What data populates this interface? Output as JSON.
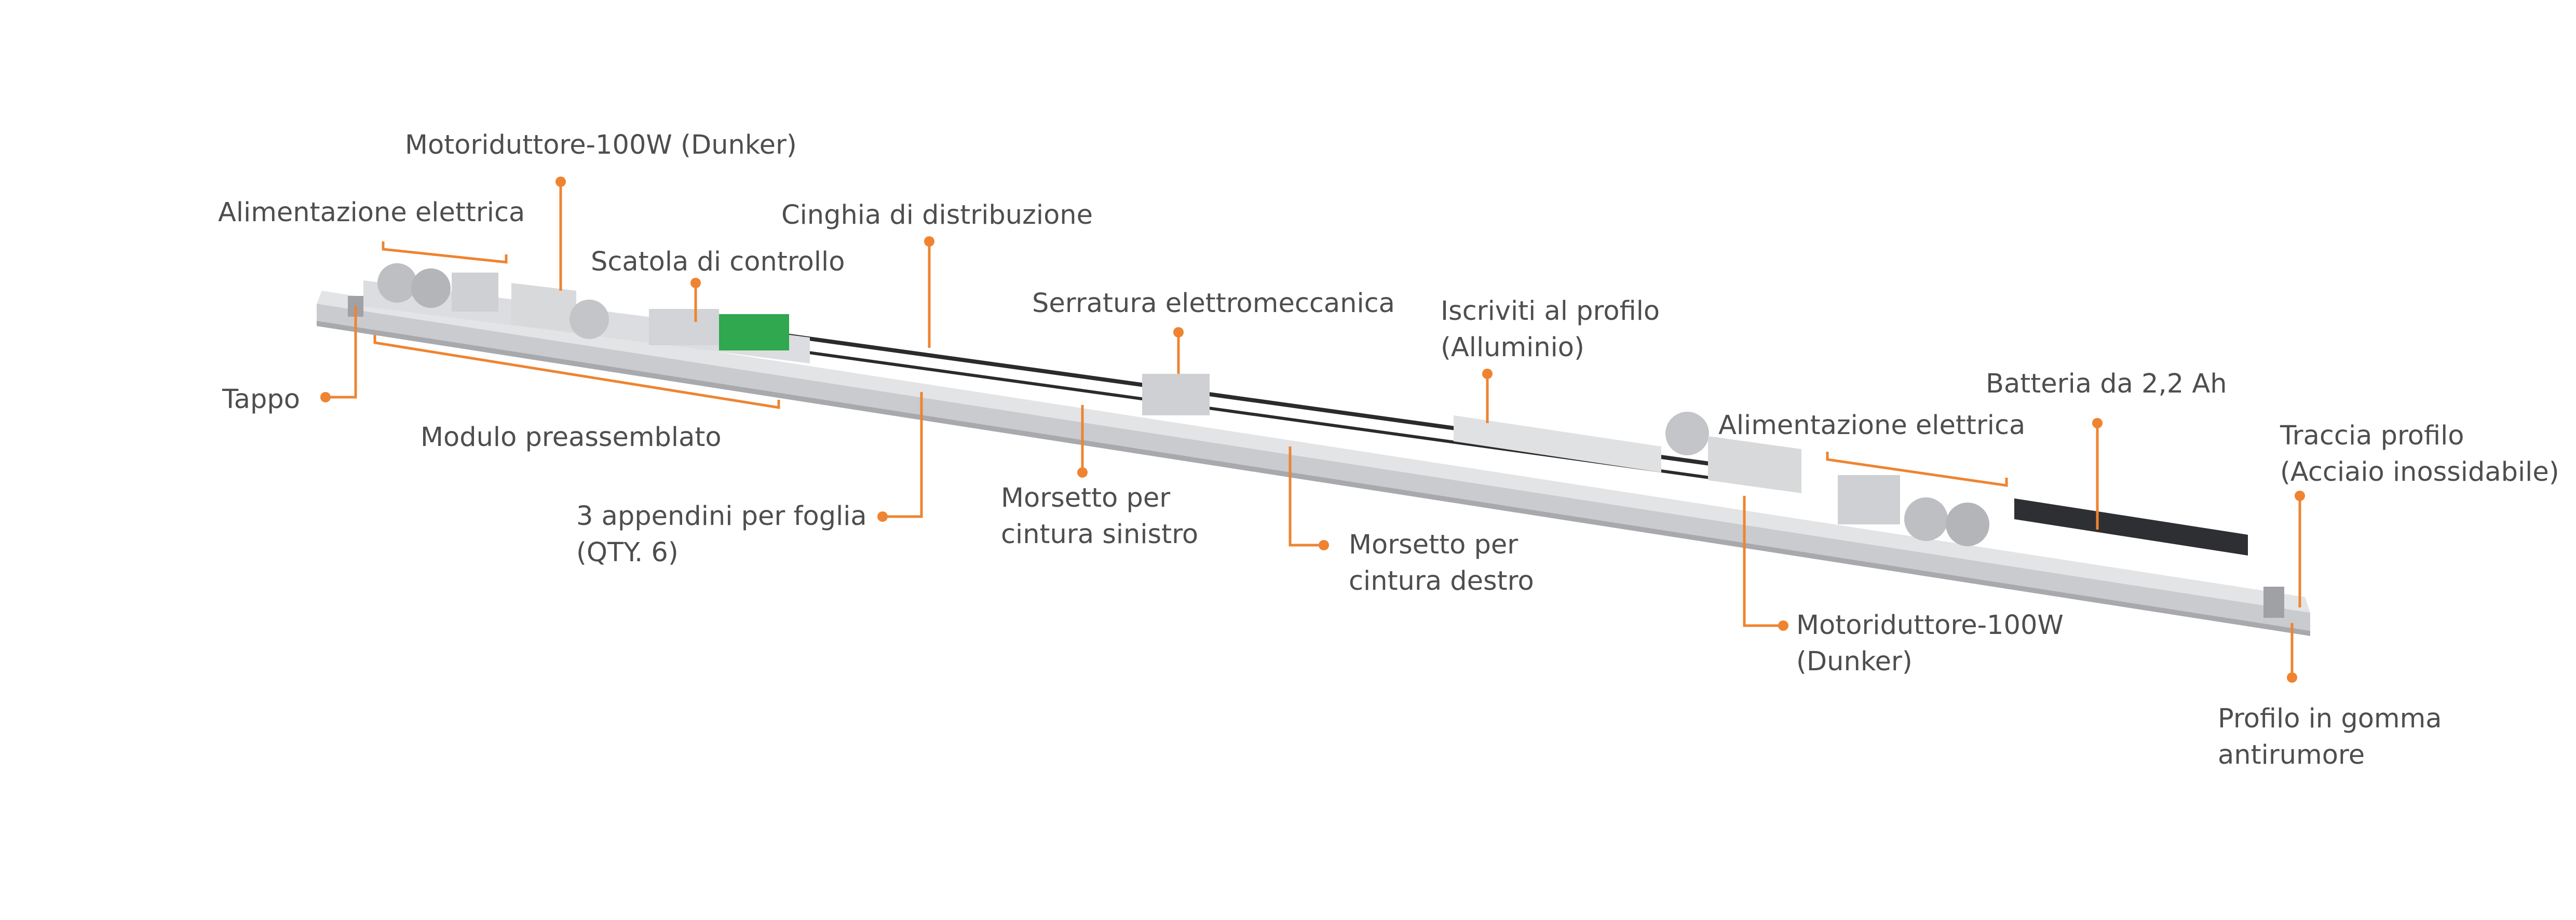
{
  "colors": {
    "callout": "#ee8431",
    "text": "#4e4e50",
    "profile": "#c9cbce",
    "profile_shadow": "#a7a9ad",
    "motor": "#d8d9db",
    "pcb": "#2fa84f",
    "belt": "#2b2b2e",
    "battery": "#2e2f33"
  },
  "labels": {
    "motor_left": "Motoriduttore-100W (Dunker)",
    "power_left": "Alimentazione elettrica",
    "belt": "Cinghia di distribuzione",
    "control_box": "Scatola di controllo",
    "lock": "Serratura elettromeccanica",
    "profile_line1": "Iscriviti al profilo",
    "profile_line2": "(Alluminio)",
    "cap": "Tappo",
    "premodule": "Modulo preassemblato",
    "hangers_line1": "3 appendini per foglia",
    "hangers_line2": "(QTY. 6)",
    "clamp_left_line1": "Morsetto per",
    "clamp_left_line2": "cintura sinistro",
    "clamp_right_line1": "Morsetto per",
    "clamp_right_line2": "cintura destro",
    "battery": "Batteria da 2,2 Ah",
    "power_right": "Alimentazione elettrica",
    "track_line1": "Traccia profilo",
    "track_line2": "(Acciaio inossidabile)",
    "motor_right_line1": "Motoriduttore-100W",
    "motor_right_line2": "(Dunker)",
    "rubber_line1": "Profilo in gomma",
    "rubber_line2": "antirumore"
  }
}
